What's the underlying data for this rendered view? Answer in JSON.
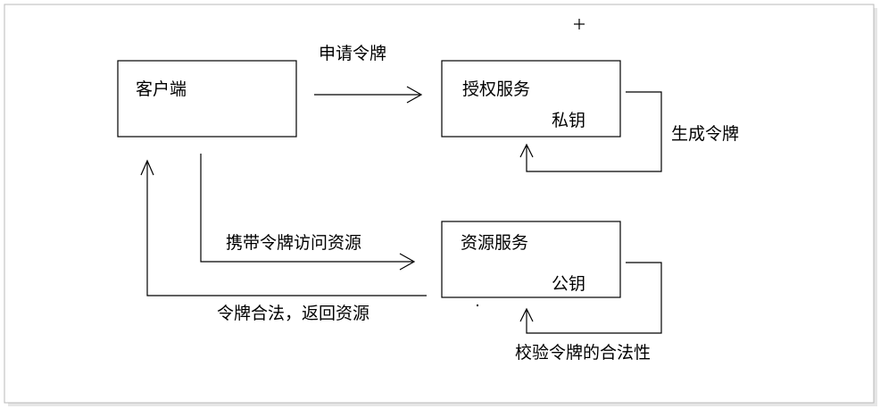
{
  "nodes": {
    "client": {
      "label": "客户端"
    },
    "auth": {
      "label": "授权服务",
      "key": "私钥"
    },
    "resource": {
      "label": "资源服务",
      "key": "公钥"
    }
  },
  "edges": {
    "request_token": "申请令牌",
    "generate_token": "生成令牌",
    "access_with_token": "携带令牌访问资源",
    "return_resource": "令牌合法，返回资源",
    "verify_token": "校验令牌的合法性"
  }
}
